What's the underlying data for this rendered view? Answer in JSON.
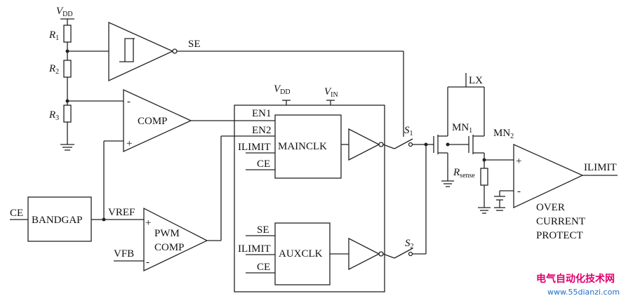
{
  "labels": {
    "vdd_top": "V",
    "vdd_top_sub": "DD",
    "r1": "R",
    "r1_sub": "1",
    "r2": "R",
    "r2_sub": "2",
    "r3": "R",
    "r3_sub": "3",
    "se": "SE",
    "comp": "COMP",
    "minus": "-",
    "plus": "+",
    "vdd_box": "V",
    "vdd_box_sub": "DD",
    "vin": "V",
    "vin_sub": "IN",
    "en1": "EN1",
    "en2": "EN2",
    "ilimit_in": "ILIMIT",
    "ce": "CE",
    "mainclk": "MAINCLK",
    "auxclk": "AUXCLK",
    "s1": "S",
    "s1_sub": "1",
    "s2": "S",
    "s2_sub": "2",
    "lx": "LX",
    "mn1": "MN",
    "mn1_sub": "1",
    "mn2": "MN",
    "mn2_sub": "2",
    "rsense": "R",
    "rsense_sub": "sense",
    "ilimit_out": "ILIMIT",
    "ocp_line1": "OVER",
    "ocp_line2": "CURRENT",
    "ocp_line3": "PROTECT",
    "ce_left": "CE",
    "bandgap": "BANDGAP",
    "vref": "VREF",
    "vfb": "VFB",
    "pwm_line1": "PWM",
    "pwm_line2": "COMP"
  },
  "watermark": {
    "line1": "电气自动化技术网",
    "line2": "www.55dianzi.com",
    "color1": "#e0006e",
    "color2": "#1e6ec8"
  },
  "icons": {
    "ground": "ground-symbol",
    "comparator": "comparator-triangle",
    "buffer": "buffer-triangle",
    "hysteresis": "hysteresis-symbol"
  }
}
